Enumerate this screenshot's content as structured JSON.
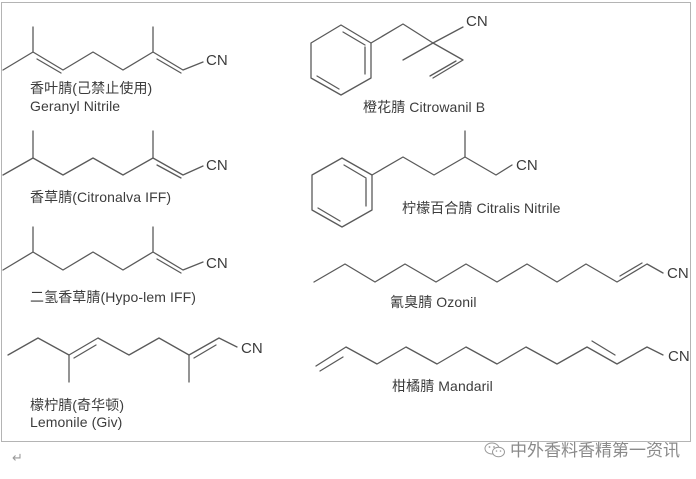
{
  "figure": {
    "description": "Nitrile fragrance compounds — skeletal structures",
    "compounds": [
      {
        "id": "geranyl",
        "name_cn": "香叶腈(己禁止使用)",
        "name_en": "Geranyl Nitrile",
        "group": "CN"
      },
      {
        "id": "citronalva",
        "name": "香草腈(Citronalva IFF)",
        "group": "CN"
      },
      {
        "id": "hypolem",
        "name": "二氢香草腈(Hypo-lem IFF)",
        "group": "CN"
      },
      {
        "id": "lemonile",
        "name_cn": "檬柠腈(奇华顿)",
        "name_en": "Lemonile (Giv)",
        "group": "CN"
      },
      {
        "id": "citrowanil",
        "name": "橙花腈 Citrowanil B",
        "group": "CN"
      },
      {
        "id": "citralis",
        "name": "柠檬百合腈 Citralis Nitrile",
        "group": "CN"
      },
      {
        "id": "ozonil",
        "name": "氰臭腈 Ozonil",
        "group": "CN"
      },
      {
        "id": "mandaril",
        "name": "柑橘腈 Mandaril",
        "group": "CN"
      }
    ]
  },
  "return_mark": "↵",
  "watermark": {
    "text": "中外香料香精第一资讯",
    "icon": "wechat-icon"
  },
  "colors": {
    "bond": "#5a5a5a",
    "text": "#3c3c3c",
    "border": "#b4b4b4",
    "watermark": "#8a8a8a"
  }
}
